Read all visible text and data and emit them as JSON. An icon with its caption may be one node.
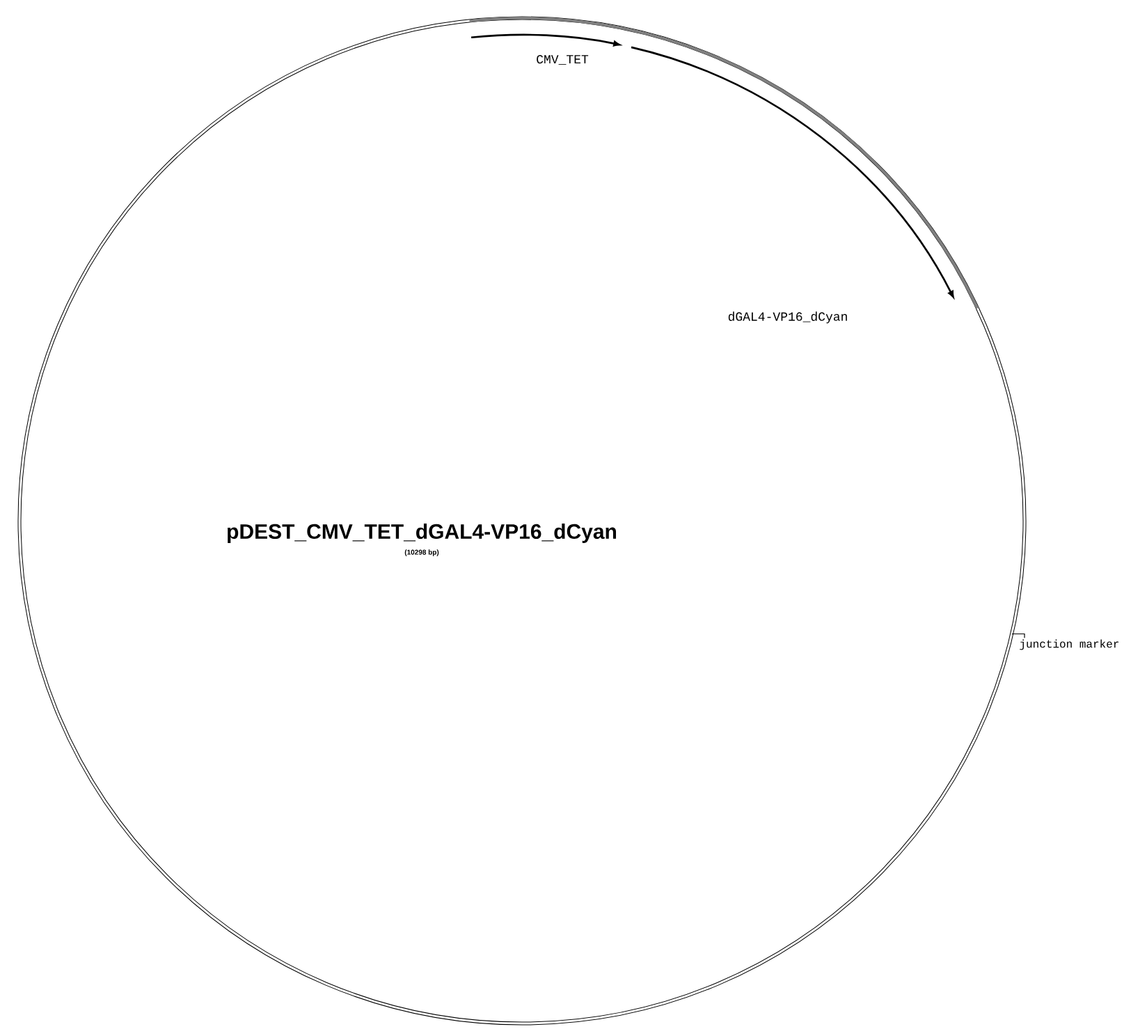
{
  "diagram": {
    "nodes": [
      {
        "text": [
          "pDEST_CMV_TET_dGAL4-VP16_dCyan",
          "(10298 bp)"
        ]
      },
      {
        "text": [
          "junction marker"
        ]
      }
    ],
    "edges": [
      {
        "from": 1,
        "to": 0,
        "arrow": "none"
      }
    ],
    "labels": [
      "CMV_TET",
      "dGAL4-VP16_dCyan"
    ]
  }
}
